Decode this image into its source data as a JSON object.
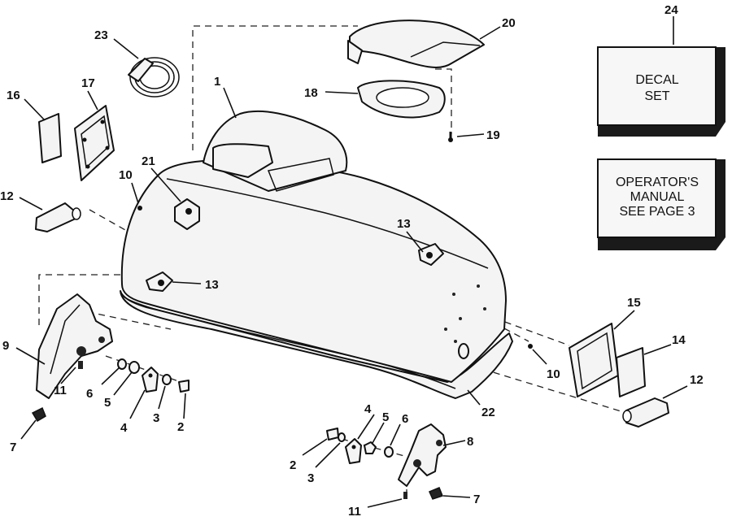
{
  "callouts": {
    "c1": "1",
    "c2a": "2",
    "c2b": "2",
    "c3a": "3",
    "c3b": "3",
    "c4a": "4",
    "c4b": "4",
    "c5a": "5",
    "c5b": "5",
    "c6a": "6",
    "c6b": "6",
    "c7a": "7",
    "c7b": "7",
    "c8": "8",
    "c9": "9",
    "c10a": "10",
    "c10b": "10",
    "c11a": "11",
    "c11b": "11",
    "c12a": "12",
    "c12b": "12",
    "c13a": "13",
    "c13b": "13",
    "c14": "14",
    "c15": "15",
    "c16": "16",
    "c17": "17",
    "c18": "18",
    "c19": "19",
    "c20": "20",
    "c21": "21",
    "c22": "22",
    "c23": "23",
    "c24": "24"
  },
  "boxes": {
    "decal": {
      "line1": "DECAL",
      "line2": "SET"
    },
    "manual": {
      "line1": "OPERATOR'S",
      "line2": "MANUAL",
      "line3": "SEE PAGE 3"
    }
  }
}
